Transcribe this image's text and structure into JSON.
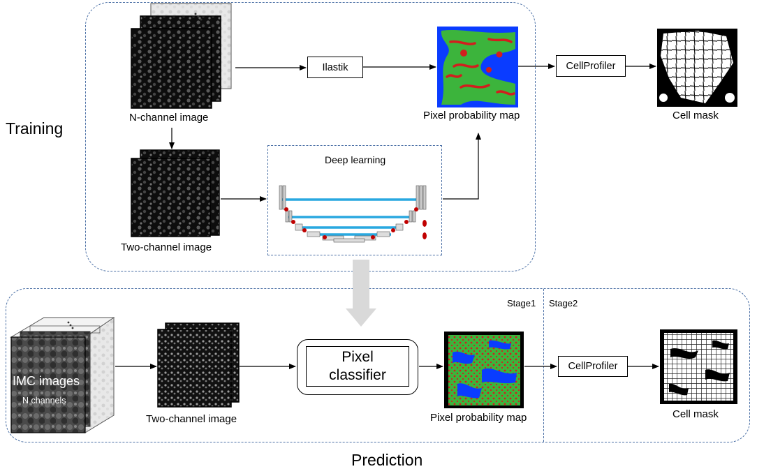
{
  "sections": {
    "training_label": "Training",
    "prediction_label": "Prediction",
    "stage1_label": "Stage1",
    "stage2_label": "Stage2"
  },
  "training": {
    "n_channel_image": "N-channel image",
    "two_channel_image": "Two-channel image",
    "ilastik": "Ilastik",
    "deep_learning": "Deep learning",
    "pixel_probability_map": "Pixel probability map",
    "cellprofiler": "CellProfiler",
    "cell_mask": "Cell mask"
  },
  "prediction": {
    "imc_images": "IMC images",
    "n_channels": "N channels",
    "two_channel_image": "Two-channel image",
    "pixel_classifier_line1": "Pixel",
    "pixel_classifier_line2": "classifier",
    "pixel_probability_map": "Pixel probability map",
    "cellprofiler": "CellProfiler",
    "cell_mask": "Cell mask"
  },
  "colors": {
    "panel_border": "#4a6fa5",
    "unet_connection": "#29a8e0",
    "unet_node": "#c00000",
    "probability_blue": "#0a3cff",
    "probability_green": "#3cb43c",
    "probability_red": "#d21e1e",
    "transfer_arrow": "#d9d9d9"
  }
}
